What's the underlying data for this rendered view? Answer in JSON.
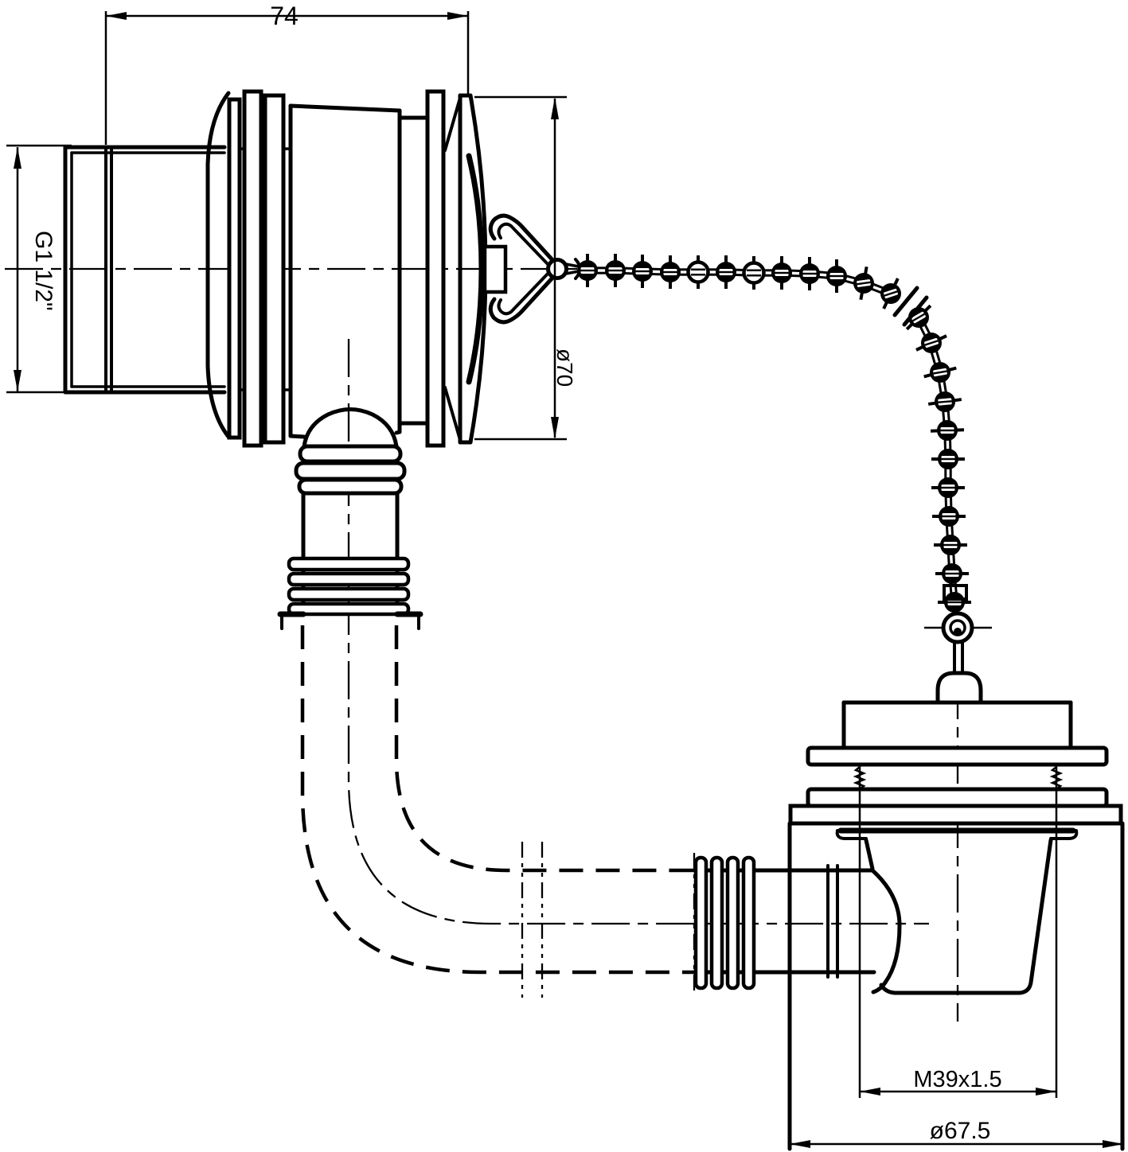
{
  "colors": {
    "background": "#ffffff",
    "line": "#000000"
  },
  "dimensions": {
    "overflow_width": "74",
    "overflow_thread": "G1 1/2\"",
    "overflow_cap_diameter": "ø70",
    "waste_thread": "M39x1.5",
    "waste_flange_diameter": "ø67.5"
  }
}
